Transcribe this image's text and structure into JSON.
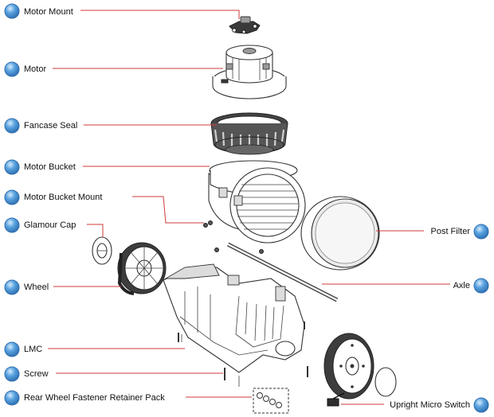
{
  "diagram": {
    "labels": {
      "motor_mount": "Motor Mount",
      "motor": "Motor",
      "fancase_seal": "Fancase Seal",
      "motor_bucket": "Motor Bucket",
      "motor_bucket_mount": "Motor Bucket Mount",
      "glamour_cap": "Glamour Cap",
      "wheel": "Wheel",
      "lmc": "LMC",
      "screw": "Screw",
      "rear_wheel_fastener": "Rear Wheel Fastener Retainer Pack",
      "post_filter": "Post Filter",
      "axle": "Axle",
      "upright_micro_switch": "Upright Micro Switch"
    },
    "colors": {
      "bullet_fill": "#5aa3e0",
      "bullet_edge": "#2f6fb0",
      "leader_line": "#d23a3a",
      "label_text": "#111111"
    },
    "icons": {
      "bullet": "blue-circle-bullet-icon"
    }
  }
}
